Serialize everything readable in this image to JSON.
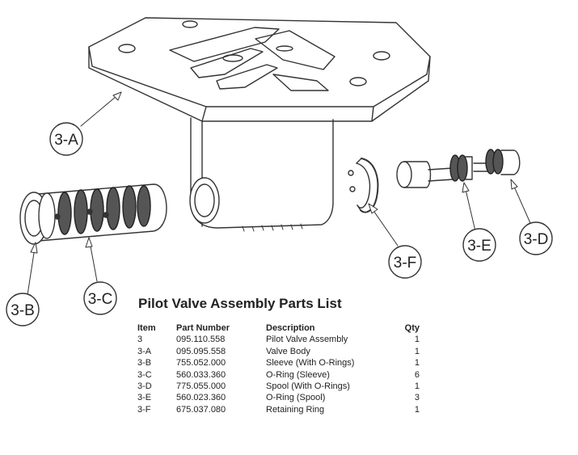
{
  "callouts": {
    "a": "3-A",
    "b": "3-B",
    "c": "3-C",
    "d": "3-D",
    "e": "3-E",
    "f": "3-F"
  },
  "parts_list": {
    "title": "Pilot Valve Assembly Parts List",
    "headers": {
      "item": "Item",
      "part": "Part Number",
      "desc": "Description",
      "qty": "Qty"
    },
    "rows": [
      {
        "item": "3",
        "part": "095.110.558",
        "desc": "Pilot Valve Assembly",
        "qty": "1"
      },
      {
        "item": "3-A",
        "part": "095.095.558",
        "desc": "Valve Body",
        "qty": "1"
      },
      {
        "item": "3-B",
        "part": "755.052.000",
        "desc": "Sleeve (With O-Rings)",
        "qty": "1"
      },
      {
        "item": "3-C",
        "part": "560.033.360",
        "desc": "O-Ring (Sleeve)",
        "qty": "6"
      },
      {
        "item": "3-D",
        "part": "775.055.000",
        "desc": "Spool (With O-Rings)",
        "qty": "1"
      },
      {
        "item": "3-E",
        "part": "560.023.360",
        "desc": "O-Ring (Spool)",
        "qty": "3"
      },
      {
        "item": "3-F",
        "part": "675.037.080",
        "desc": "Retaining Ring",
        "qty": "1"
      }
    ]
  }
}
